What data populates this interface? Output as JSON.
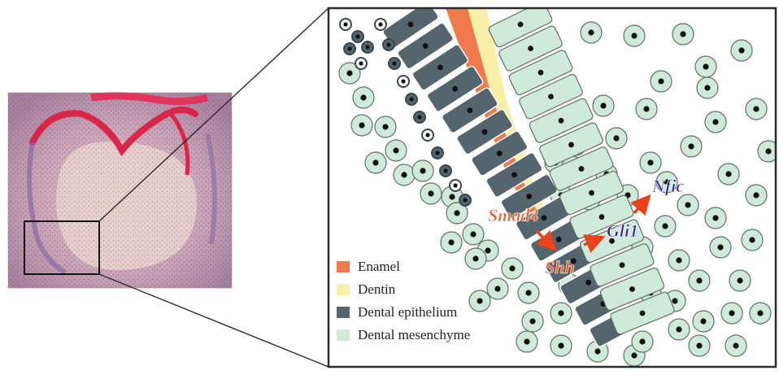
{
  "figure": {
    "genes": {
      "smad4": "Smad4",
      "shh": "Shh",
      "gli1": "Gli1",
      "nfic": "Nfic"
    },
    "legend": [
      {
        "key": "enamel",
        "label": "Enamel",
        "color": "#f07a4d"
      },
      {
        "key": "dentin",
        "label": "Dentin",
        "color": "#f9efa8"
      },
      {
        "key": "epithelium",
        "label": "Dental epithelium",
        "color": "#54656e"
      },
      {
        "key": "mesenchyme",
        "label": "Dental mesenchyme",
        "color": "#cfeadb"
      }
    ],
    "colors": {
      "signal_text": "#f05a28",
      "target_text": "#3a2a8c",
      "arrow": "#e8431c",
      "panel_border": "#2b2b2b",
      "nucleus": "#111111"
    }
  }
}
